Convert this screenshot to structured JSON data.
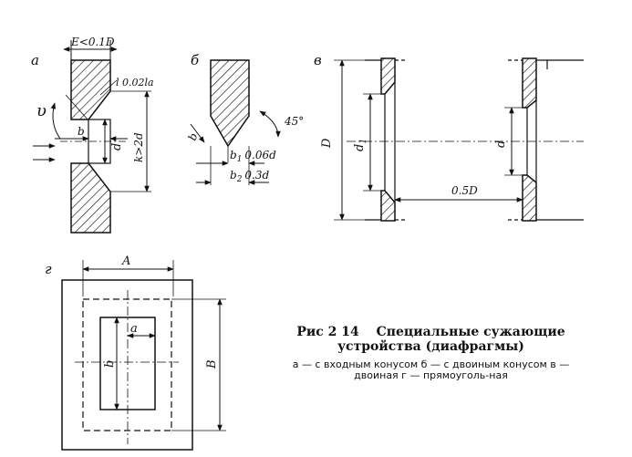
{
  "fig_a": {
    "panel_letter": "а",
    "top_dim": "E<0.1D",
    "angle": "υ",
    "note": "l 0.02la",
    "b_label": "b",
    "d_label": "d",
    "right_dim": "k>2d"
  },
  "fig_b": {
    "panel_letter": "б",
    "angle": "45°",
    "left_mark": "b",
    "b1_label": "b",
    "b1_sub": "1",
    "b1_value": "0.06d",
    "b2_label": "b",
    "b2_sub": "2",
    "b2_value": "0.3d"
  },
  "fig_v": {
    "panel_letter": "в",
    "D_label": "D",
    "d1_label": "d",
    "d1_sub": "1",
    "d_label": "d",
    "gap_label": "0.5D"
  },
  "fig_g": {
    "panel_letter": "г",
    "A_label": "A",
    "B_label": "B",
    "a_label": "a",
    "b_label": "b"
  },
  "caption": {
    "fig_number": "Рис  2 14",
    "title": "Специальные сужающие устройства (диафрагмы)",
    "body": "а — с входным конусом  б — с двоиным конусом  в — двоиная  г — прямоуголь-ная"
  }
}
